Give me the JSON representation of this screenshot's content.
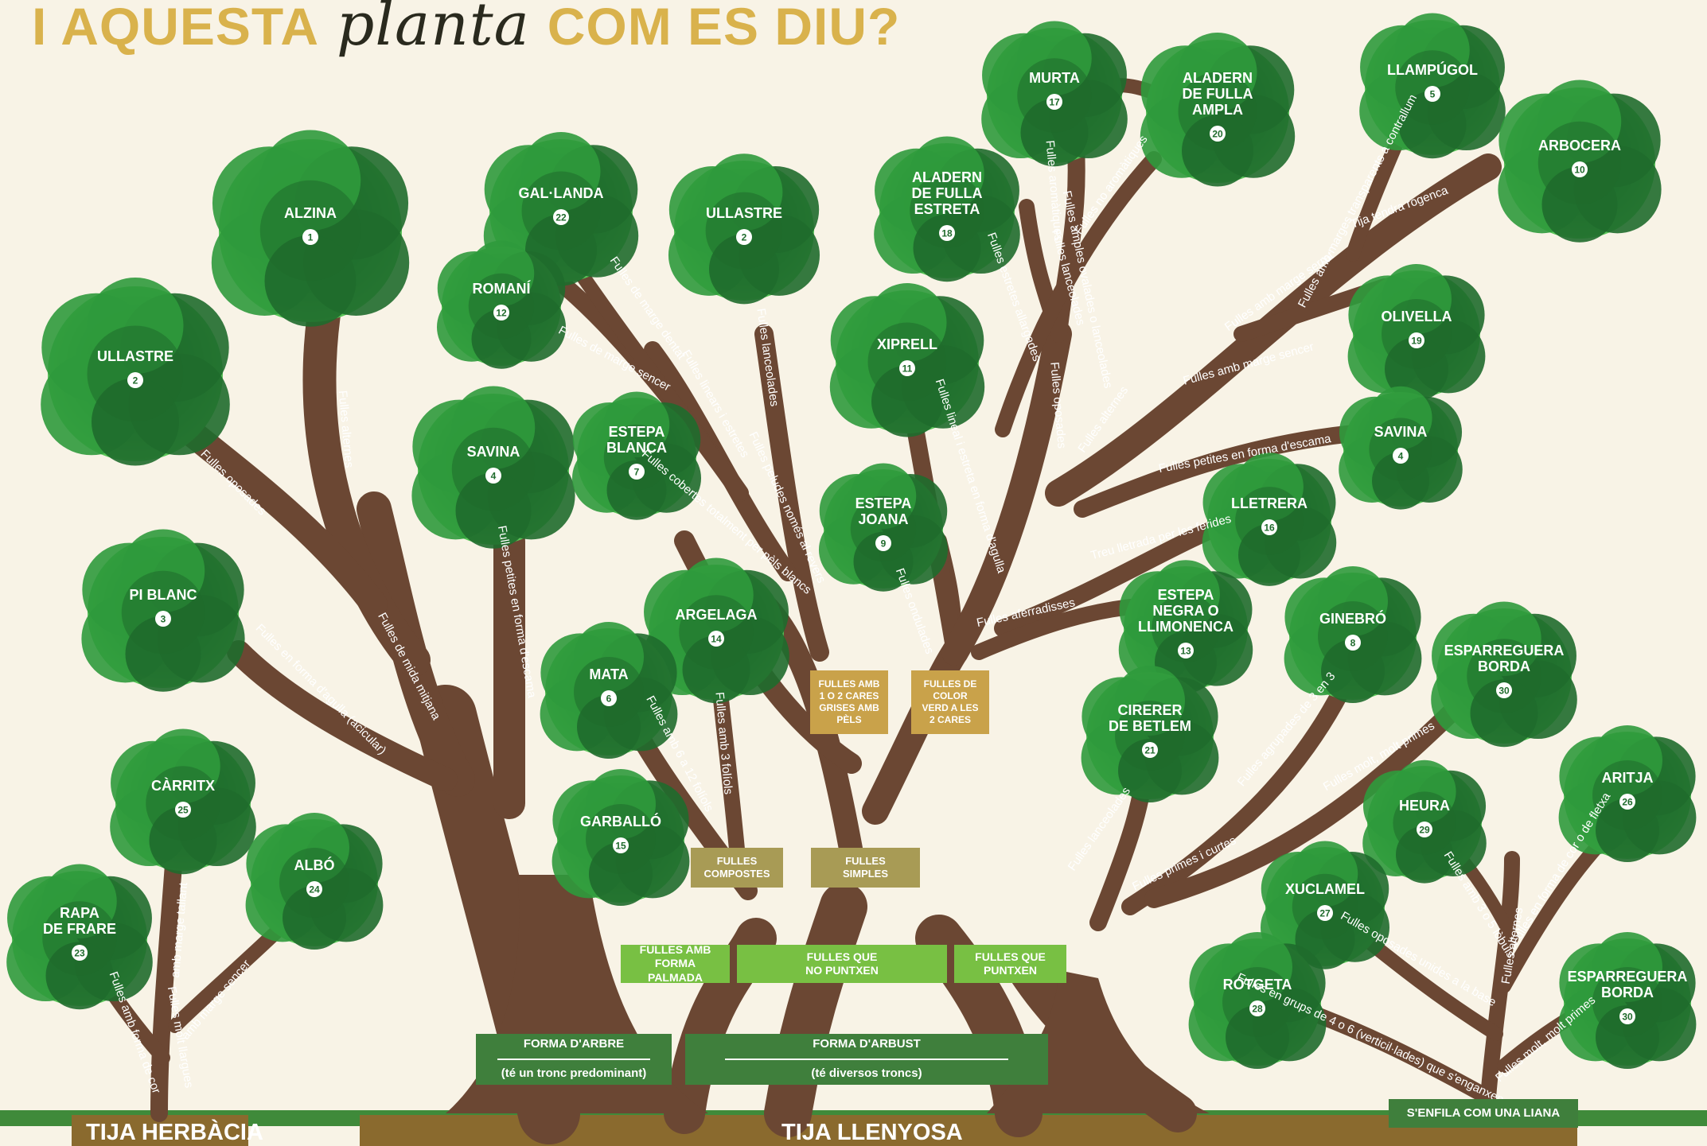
{
  "title": {
    "part1": "I AQUESTA",
    "script": "planta",
    "part2": "COM ES DIU?"
  },
  "colors": {
    "background": "#f8f3e6",
    "trunk": "#6b4733",
    "foliage_dark": "#1f6b2c",
    "foliage_mid": "#2f9a3c",
    "foliage_light": "#5cc75a",
    "gold_title": "#d9b24c",
    "box_dark_green": "#3f7f3c",
    "box_light_green": "#78c043",
    "box_olive": "#a89b55",
    "box_gold": "#c9a24a",
    "ground": "#8a6a2e",
    "grass": "#3f8a3a"
  },
  "ground_labels": {
    "herbacia": "TIJA HERBÀCIA",
    "llenyosa": "TIJA LLENYOSA"
  },
  "boxes": {
    "forma_arbre": {
      "title": "FORMA D'ARBRE",
      "sub": "(té un tronc predominant)"
    },
    "forma_arbust": {
      "title": "FORMA  D'ARBUST",
      "sub": "(té diversos troncs)"
    },
    "liana": "S'ENFILA COM UNA LIANA",
    "palmada": "FULLES AMB FORMA PALMADA",
    "no_puntxen": "FULLES QUE NO PUNTXEN",
    "puntxen": "FULLES QUE PUNTXEN",
    "compostes": "FULLES COMPOSTES",
    "simples": "FULLES SIMPLES",
    "cares_grises": "FULLES AMB 1 o 2 CARES GRISES AMB PÈLS",
    "verd_2cares": "FULLES DE COLOR VERD A LES 2 CARES"
  },
  "plants": [
    {
      "name": "ULLASTRE",
      "num": "2"
    },
    {
      "name": "ALZINA",
      "num": "1"
    },
    {
      "name": "PI BLANC",
      "num": "3"
    },
    {
      "name": "SAVINA",
      "num": "4"
    },
    {
      "name": "GAL·LANDA",
      "num": "22"
    },
    {
      "name": "ROMANÍ",
      "num": "12"
    },
    {
      "name": "ULLASTRE",
      "num": "2"
    },
    {
      "name": "ESTEPA BLANCA",
      "num": "7"
    },
    {
      "name": "ARGELAGA",
      "num": "14"
    },
    {
      "name": "MATA",
      "num": "6"
    },
    {
      "name": "GARBALLÓ",
      "num": "15"
    },
    {
      "name": "XIPRELL",
      "num": "11"
    },
    {
      "name": "ESTEPA JOANA",
      "num": "9"
    },
    {
      "name": "ALADERN DE FULLA ESTRETA",
      "num": "18"
    },
    {
      "name": "MURTA",
      "num": "17"
    },
    {
      "name": "ALADERN DE FULLA AMPLA",
      "num": "20"
    },
    {
      "name": "LLAMPÚGOL",
      "num": "5"
    },
    {
      "name": "ARBOCERA",
      "num": "10"
    },
    {
      "name": "OLIVELLA",
      "num": "19"
    },
    {
      "name": "SAVINA",
      "num": "4"
    },
    {
      "name": "LLETRERA",
      "num": "16"
    },
    {
      "name": "ESTEPA NEGRA O LLIMONENCA",
      "num": "13"
    },
    {
      "name": "GINEBRÓ",
      "num": "8"
    },
    {
      "name": "ESPARREGUERA BORDA",
      "num": "30"
    },
    {
      "name": "CIRERER DE BETLEM",
      "num": "21"
    },
    {
      "name": "HEURA",
      "num": "29"
    },
    {
      "name": "ARITJA",
      "num": "26"
    },
    {
      "name": "XUCLAMEL",
      "num": "27"
    },
    {
      "name": "ESPARREGUERA BORDA",
      "num": "30"
    },
    {
      "name": "ROTGETA",
      "num": "28"
    },
    {
      "name": "CÀRRITX",
      "num": "25"
    },
    {
      "name": "ALBÓ",
      "num": "24"
    },
    {
      "name": "RAPA DE FRARE",
      "num": "23"
    }
  ],
  "branch_labels": [
    "Fulles oposades",
    "Fulles alternes",
    "Fulles en forma d'agulla (acicular)",
    "Fulles de mida mitjana",
    "Fulles petites en forma d'escama",
    "Fulles de marge dentat",
    "Fulles de marge sencer",
    "Fulles linears i estretes",
    "Fulles lanceolades",
    "Fulles cobertes totalment per pèls blancs",
    "Fulles peludes només al revers",
    "Fulles amb 6 a 12 folíols",
    "Fulles amb 3 folíols",
    "Fulles lineal i estreta en forma d'agulla",
    "Fulles ondulades",
    "Fulles estretes allargades",
    "Fulles aromàtiques",
    "Fulles no aromàtiques",
    "Fulles lanceolades",
    "Fulles amples ovalades o lanceolades",
    "Fulles oposades",
    "Fulles amb marges transparents a contrallum",
    "Tija tendra rogenca",
    "Fulles amb marge serrat",
    "Fulles alternes",
    "Fulles amb marge sencer",
    "Fulles petites en forma d'escama",
    "Treu lletrada per les ferides",
    "Fulles aferradisses",
    "Fulles agrupades de 3 en 3",
    "Fulles molt, molt primes",
    "Fulles lanceolades",
    "Fulles primes i curtes",
    "Fulles amb 3 o 5 lòbuls",
    "Fulles en forma de cor o de fletxa",
    "Fulles oposades unides a la base",
    "Fulles alternes",
    "Fulles molt, molt primes",
    "Fulles en grups de 4 o 6 (verticil·lades) que s'enganxen",
    "Fulles molt llargues",
    "amb marge tallant",
    "amb marge sencer",
    "Fulles amb forma de cor"
  ]
}
